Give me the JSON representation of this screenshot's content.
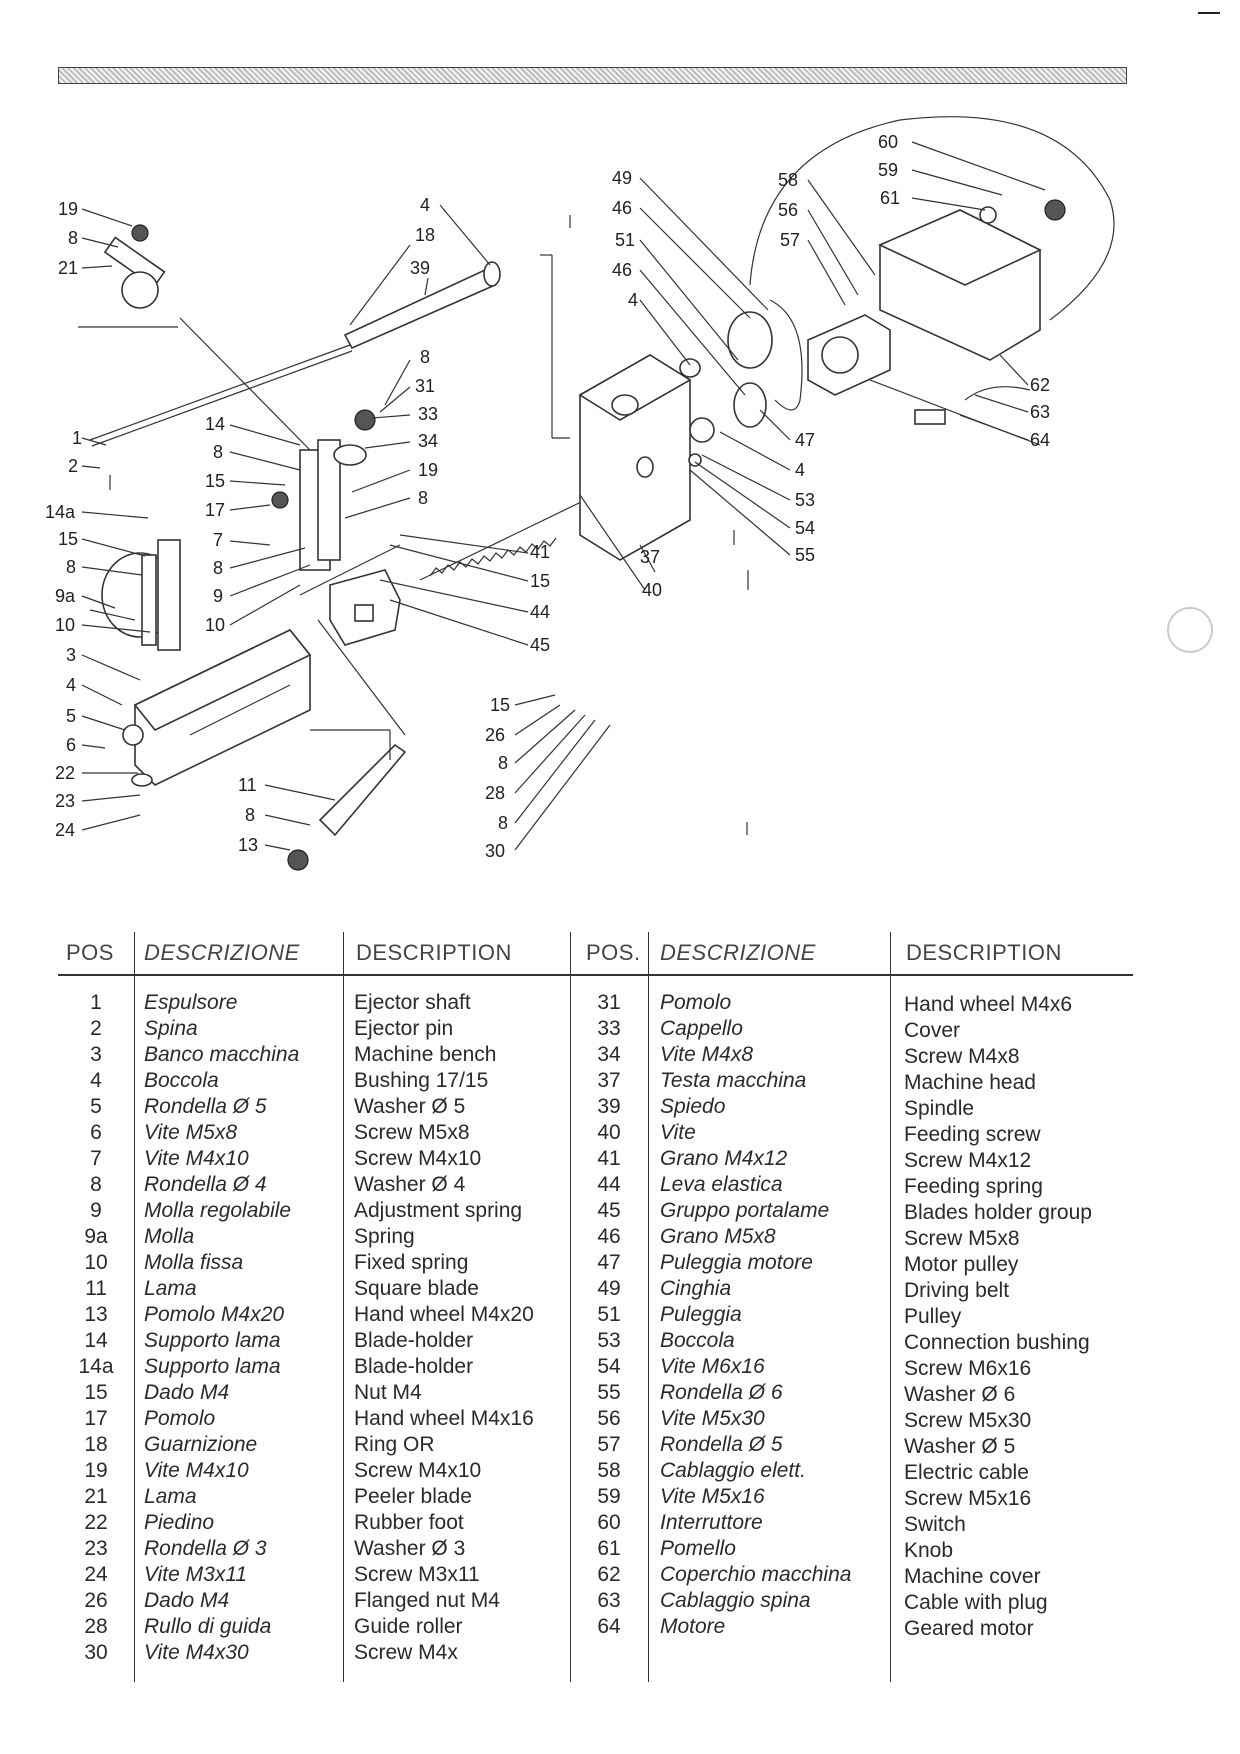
{
  "diagram": {
    "callouts": [
      "19",
      "8",
      "21",
      "1",
      "2",
      "14a",
      "15",
      "8",
      "9a",
      "10",
      "3",
      "4",
      "5",
      "6",
      "22",
      "23",
      "24",
      "4",
      "18",
      "39",
      "8",
      "31",
      "33",
      "34",
      "19",
      "8",
      "14",
      "8",
      "15",
      "17",
      "7",
      "8",
      "9",
      "10",
      "11",
      "8",
      "13",
      "41",
      "15",
      "44",
      "45",
      "15",
      "26",
      "8",
      "28",
      "8",
      "30",
      "49",
      "46",
      "51",
      "46",
      "4",
      "58",
      "56",
      "57",
      "60",
      "59",
      "61",
      "62",
      "63",
      "64",
      "47",
      "4",
      "53",
      "54",
      "55",
      "37",
      "40"
    ]
  },
  "table": {
    "headers": {
      "pos": "POS",
      "descrizione": "DESCRIZIONE",
      "description": "DESCRIPTION",
      "pos2": "POS.",
      "descrizione2": "DESCRIZIONE",
      "description2": "DESCRIPTION"
    },
    "left": [
      {
        "pos": "1",
        "it": "Espulsore",
        "en": "Ejector shaft"
      },
      {
        "pos": "2",
        "it": "Spina",
        "en": "Ejector pin"
      },
      {
        "pos": "3",
        "it": "Banco macchina",
        "en": "Machine bench"
      },
      {
        "pos": "4",
        "it": "Boccola",
        "en": "Bushing 17/15"
      },
      {
        "pos": "5",
        "it": "Rondella Ø 5",
        "en": "Washer Ø 5"
      },
      {
        "pos": "6",
        "it": "Vite M5x8",
        "en": "Screw M5x8"
      },
      {
        "pos": "7",
        "it": "Vite M4x10",
        "en": "Screw M4x10"
      },
      {
        "pos": "8",
        "it": "Rondella Ø 4",
        "en": "Washer Ø 4"
      },
      {
        "pos": "9",
        "it": "Molla regolabile",
        "en": "Adjustment spring"
      },
      {
        "pos": "9a",
        "it": "Molla",
        "en": "Spring"
      },
      {
        "pos": "10",
        "it": "Molla fissa",
        "en": "Fixed spring"
      },
      {
        "pos": "11",
        "it": "Lama",
        "en": "Square blade"
      },
      {
        "pos": "13",
        "it": "Pomolo M4x20",
        "en": "Hand wheel M4x20"
      },
      {
        "pos": "14",
        "it": "Supporto lama",
        "en": "Blade-holder"
      },
      {
        "pos": "14a",
        "it": "Supporto lama",
        "en": "Blade-holder"
      },
      {
        "pos": "15",
        "it": "Dado M4",
        "en": "Nut M4"
      },
      {
        "pos": "17",
        "it": "Pomolo",
        "en": "Hand wheel M4x16"
      },
      {
        "pos": "18",
        "it": "Guarnizione",
        "en": "Ring OR"
      },
      {
        "pos": "19",
        "it": "Vite M4x10",
        "en": "Screw M4x10"
      },
      {
        "pos": "21",
        "it": "Lama",
        "en": "Peeler blade"
      },
      {
        "pos": "22",
        "it": "Piedino",
        "en": "Rubber foot"
      },
      {
        "pos": "23",
        "it": "Rondella Ø 3",
        "en": "Washer Ø 3"
      },
      {
        "pos": "24",
        "it": "Vite M3x11",
        "en": "Screw M3x11"
      },
      {
        "pos": "26",
        "it": "Dado M4",
        "en": "Flanged nut M4"
      },
      {
        "pos": "28",
        "it": "Rullo di guida",
        "en": "Guide roller"
      },
      {
        "pos": "30",
        "it": "Vite M4x30",
        "en": "Screw M4x"
      }
    ],
    "right": [
      {
        "pos": "31",
        "it": "Pomolo",
        "en": "Hand wheel M4x6"
      },
      {
        "pos": "33",
        "it": "Cappello",
        "en": "Cover"
      },
      {
        "pos": "34",
        "it": "Vite M4x8",
        "en": "Screw M4x8"
      },
      {
        "pos": "37",
        "it": "Testa macchina",
        "en": "Machine head"
      },
      {
        "pos": "39",
        "it": "Spiedo",
        "en": "Spindle"
      },
      {
        "pos": "40",
        "it": "Vite",
        "en": "Feeding screw"
      },
      {
        "pos": "41",
        "it": "Grano M4x12",
        "en": "Screw M4x12"
      },
      {
        "pos": "44",
        "it": "Leva elastica",
        "en": "Feeding spring"
      },
      {
        "pos": "45",
        "it": "Gruppo portalame",
        "en": "Blades holder group"
      },
      {
        "pos": "46",
        "it": "Grano M5x8",
        "en": "Screw M5x8"
      },
      {
        "pos": "47",
        "it": "Puleggia motore",
        "en": "Motor pulley"
      },
      {
        "pos": "49",
        "it": "Cinghia",
        "en": "Driving belt"
      },
      {
        "pos": "51",
        "it": "Puleggia",
        "en": "Pulley"
      },
      {
        "pos": "53",
        "it": "Boccola",
        "en": "Connection bushing"
      },
      {
        "pos": "54",
        "it": "Vite M6x16",
        "en": "Screw M6x16"
      },
      {
        "pos": "55",
        "it": "Rondella Ø 6",
        "en": "Washer Ø 6"
      },
      {
        "pos": "56",
        "it": "Vite M5x30",
        "en": "Screw M5x30"
      },
      {
        "pos": "57",
        "it": "Rondella Ø 5",
        "en": "Washer Ø 5"
      },
      {
        "pos": "58",
        "it": "Cablaggio elett.",
        "en": "Electric cable"
      },
      {
        "pos": "59",
        "it": "Vite M5x16",
        "en": "Screw M5x16"
      },
      {
        "pos": "60",
        "it": "Interruttore",
        "en": "Switch"
      },
      {
        "pos": "61",
        "it": "Pomello",
        "en": "Knob"
      },
      {
        "pos": "62",
        "it": "Coperchio macchina",
        "en": "Machine cover"
      },
      {
        "pos": "63",
        "it": "Cablaggio spina",
        "en": "Cable with plug"
      },
      {
        "pos": "64",
        "it": "Motore",
        "en": "Geared motor"
      }
    ]
  }
}
